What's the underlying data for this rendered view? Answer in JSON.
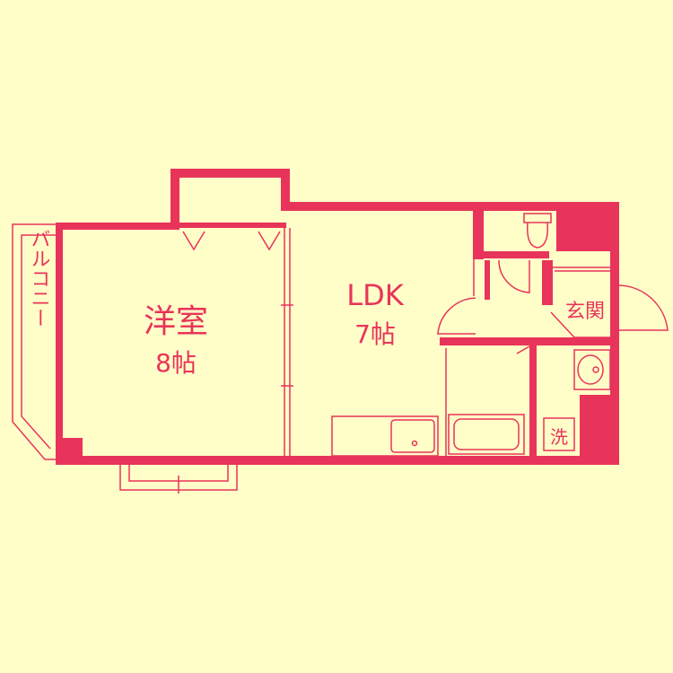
{
  "colors": {
    "background": "#fffdc8",
    "wall": "#e8345a",
    "line": "#e8345a",
    "fixture_fill": "#fffdc8"
  },
  "rooms": {
    "western_room": {
      "name": "洋室",
      "size": "8帖"
    },
    "ldk": {
      "name": "LDK",
      "size": "7帖"
    },
    "entrance": {
      "name": "玄関"
    },
    "balcony": {
      "name": "バルコニー"
    },
    "washer": {
      "name": "洗"
    }
  }
}
